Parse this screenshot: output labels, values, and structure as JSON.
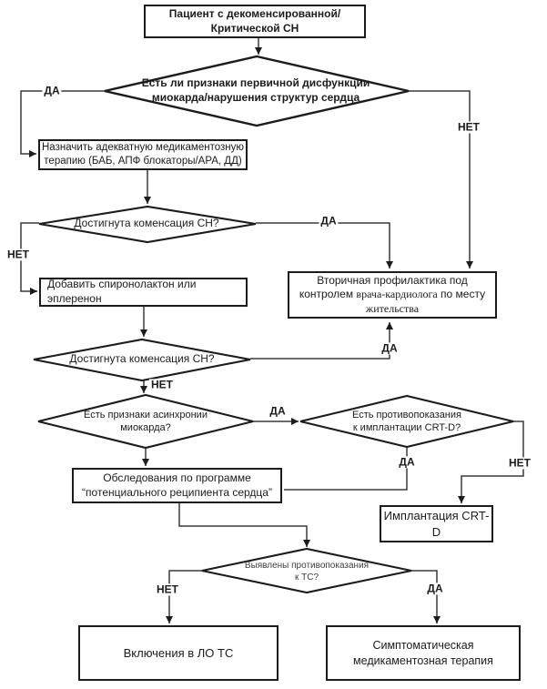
{
  "flowchart": {
    "labels": {
      "yes": "ДА",
      "no": "НЕТ"
    },
    "nodes": {
      "start": {
        "line1": "Пациент с декоменсированной/",
        "line2": "Критической СН"
      },
      "d1": {
        "line1": "Есть ли признаки первичной дисфункции",
        "line2": "миокарда/нарушения структур сердца"
      },
      "meds": {
        "line1": "Назначить адекватную медикаментозную",
        "line2": "терапию (БАБ, АПФ блокаторы/АРА, ДД)"
      },
      "d2": {
        "text": "Достигнута коменсация СН?"
      },
      "spiro": {
        "text": "Добавить спиронолактон или эплеренон"
      },
      "d3": {
        "text": "Достигнута коменсация СН?"
      },
      "secondary": {
        "line1": "Вторичная профилактика под",
        "line2_sans": "контролем ",
        "line2_serif": "врача-кардиолога",
        "line2_tail": " по месту",
        "line3": "жительства"
      },
      "d4": {
        "line1": "Есть признаки асинхронии",
        "line2": "миокарда?"
      },
      "d5": {
        "line1": "Есть противопоказания",
        "line2": "к имплантации CRT-D?"
      },
      "exam": {
        "line1": "Обследования по программе",
        "line2": "“потенциального реципиента сердца”"
      },
      "crtd": {
        "text": "Имплантация CRT-D"
      },
      "d6": {
        "line1": "Выявлены противопоказания",
        "line2": "к ТС?"
      },
      "lots": {
        "text": "Включения в ЛО ТС"
      },
      "sympt": {
        "line1": "Симптоматическая",
        "line2": "медикаментозная терапия"
      }
    },
    "colors": {
      "stroke": "#1c1c1c",
      "line": "#3a3a3a"
    }
  }
}
